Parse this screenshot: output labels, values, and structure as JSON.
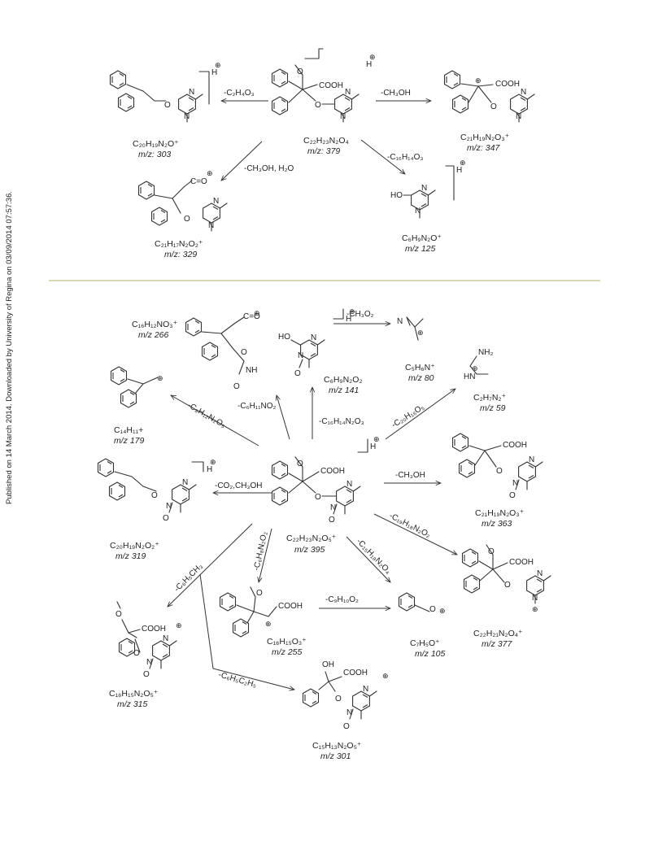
{
  "side_note": "Published on 14 March 2014. Downloaded by University of Regina on 03/09/2014 07:57:36.",
  "colors": {
    "divider": "#d7d9b5",
    "ink": "#333333"
  },
  "top": {
    "parent": {
      "formula": "C₂₂H₂₃N₂O₄",
      "mz": "m/z: 379",
      "sub": "H"
    },
    "p303": {
      "formula": "C₂₀H₁₉N₂O⁺",
      "mz": "m/z: 303",
      "sub": "H"
    },
    "p347": {
      "formula": "C₂₁H₁₉N₂O₃⁺",
      "mz": "m/z: 347"
    },
    "p329": {
      "formula": "C₂₁H₁₇N₂O₂⁺",
      "mz": "m/z: 329"
    },
    "p125": {
      "formula": "C₆H₉N₂O⁺",
      "mz": "m/z 125",
      "sub": "H"
    },
    "losses": {
      "to303": "-C₂H₄O₃",
      "to347": "-CH₃OH",
      "to329": "-CH₃OH, H₂O",
      "to125": "-C₁₆H₁₄O₃"
    }
  },
  "bottom": {
    "parent": {
      "formula": "C₂₂H₂₃N₂O₅⁺",
      "mz": "m/z 395",
      "sub": "H"
    },
    "p266": {
      "formula": "C₁₆H₁₂NO₃⁺",
      "mz": "m/z 266"
    },
    "p141": {
      "formula": "C₆H₉N₂O₂",
      "mz": "m/z 141",
      "sub": "H"
    },
    "p80": {
      "formula": "C₅H₆N⁺",
      "mz": "m/z 80"
    },
    "p59": {
      "formula": "C₂H₇N₂⁺",
      "mz": "m/z 59"
    },
    "p179": {
      "formula": "C₁₄H₁₁+",
      "mz": "m/z 179"
    },
    "p363": {
      "formula": "C₂₁H₁₉N₂O₃⁺",
      "mz": "m/z 363"
    },
    "p319": {
      "formula": "C₂₀H₁₉N₂O₂⁺",
      "mz": "m/z 319",
      "sub": "H"
    },
    "p377": {
      "formula": "C₂₂H₂₁N₂O₄⁺",
      "mz": "m/z 377"
    },
    "p255": {
      "formula": "C₁₆H₁₅O₃⁺",
      "mz": "m/z 255"
    },
    "p105": {
      "formula": "C₇H₅O⁺",
      "mz": "m/z 105"
    },
    "p315": {
      "formula": "C₁₆H₁₅N₂O₅⁺",
      "mz": "m/z 315"
    },
    "p301": {
      "formula": "C₁₅H₁₃N₂O₅⁺",
      "mz": "m/z 301"
    },
    "losses": {
      "to80": "-CH₃O₂",
      "to266": "-C₆H₁₁NO₂",
      "to179": "-C₈H₁₂N₂O₅",
      "to141": "-C₁₆H₁₄N₂O₃",
      "to59": "-C₂₀H₁₆O₅",
      "to363": "-CH₃OH",
      "to319": "-CO₂,CH₃OH",
      "to377": "-C₁₉H₁₈N₂O₂",
      "to105a": "-C₁₅H₁₈N₂O₄",
      "to255": "-C₆H₈N₂O₂",
      "to105b": "-C₉H₁₀O₂",
      "to315": "-C₆H₅CH₃",
      "to301": "-C₆H₅C₂H₅"
    }
  },
  "atoms": {
    "N": "N",
    "O": "O",
    "HO": "HO",
    "OH": "OH",
    "COOH": "COOH",
    "NH": "NH",
    "NH2": "NH₂",
    "HN": "HN",
    "plus": "⊕",
    "Ominus": "O",
    "CO": "C=O"
  }
}
